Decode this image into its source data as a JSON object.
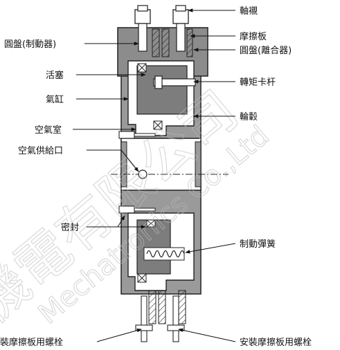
{
  "labels": {
    "shaft_sleeve": "軸襯",
    "disc_brake": "圓盤(制動器)",
    "friction_plate": "摩擦板",
    "disc_clutch": "圓盤(離合器)",
    "piston": "活塞",
    "torque_arm": "轉矩卡杆",
    "cylinder": "氣缸",
    "hub": "輪轂",
    "air_chamber": "空氣室",
    "air_inlet": "空氣供給口",
    "seal": "密封",
    "brake_spring": "制動彈簧",
    "mount_bolt_left": "裝摩擦板用螺栓",
    "mount_bolt_right": "安裝摩擦板用螺栓"
  },
  "watermark": {
    "cjk_text": "機電有限公司",
    "latin_text": "Mechatronics Co.,Ltd"
  }
}
